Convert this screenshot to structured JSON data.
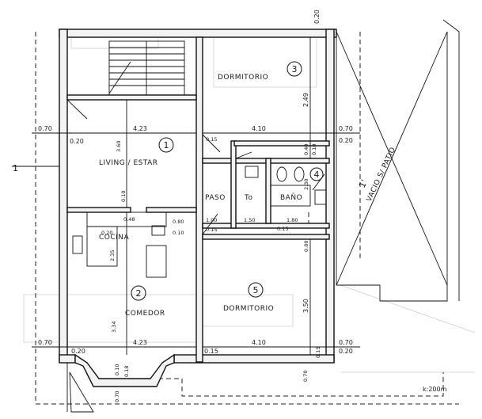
{
  "rooms": {
    "dormitorio_top": {
      "label": "DORMITORIO",
      "number": "3"
    },
    "living": {
      "label": "LIVING / ESTAR",
      "number": "1"
    },
    "cocina": {
      "label": "COCINA"
    },
    "comedor": {
      "label": "COMEDOR",
      "number": "2"
    },
    "dormitorio_bottom": {
      "label": "DORMITORIO",
      "number": "5"
    },
    "paso": {
      "label": "PASO"
    },
    "toilet": {
      "label": "To"
    },
    "bano": {
      "label": "BAÑO",
      "number": "4"
    },
    "vacio": {
      "label": "VACIO S/ PATIO",
      "number": "1'"
    }
  },
  "section_mark": {
    "label": "1"
  },
  "dimensions": {
    "d_070_left_top": "0.70",
    "d_020_left_top": "0.20",
    "d_423_top": "4.23",
    "d_410_top": "4.10",
    "d_070_right_top": "0.70",
    "d_020_right_top": "0.20",
    "d_020_top_right": "0.20",
    "d_249": "2.49",
    "d_360": "3.60",
    "d_015_living": "0.15",
    "d_015_paso": "0.15",
    "d_080": "0.80",
    "d_010": "0.10",
    "d_100": "1.00",
    "d_150": "1.50",
    "d_180": "1.80",
    "d_015_bano": "0.15",
    "d_048": "0.48",
    "d_010_a": "0.10",
    "d_040": "0.40",
    "d_010_b": "0.10",
    "d_235": "2.35",
    "d_080_b": "0.80",
    "d_020_cocina": "0.20",
    "d_334": "3.34",
    "d_350": "3.50",
    "d_235_right": "2.30",
    "d_070_left_bottom": "0.70",
    "d_020_left_bottom": "0.20",
    "d_423_bottom": "4.23",
    "d_015_bottom": "0.15",
    "d_410_bottom": "4.10",
    "d_070_right_bottom": "0.70",
    "d_020_right_bottom": "0.20",
    "d_015_right_bottom": "0.15",
    "d_018": "0.18",
    "d_070_bottom": "0.70",
    "d_070_bottom_right": "0.70",
    "d_010_vert": "0.10"
  },
  "scale_note": "k:200m"
}
